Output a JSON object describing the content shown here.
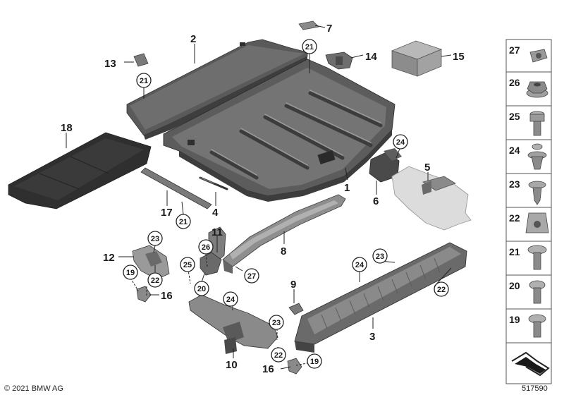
{
  "footer": {
    "copyright": "© 2021 BMW AG",
    "diagram_number": "517590"
  },
  "colors": {
    "part_dark": "#4a4a4a",
    "part_mid": "#6b6b6b",
    "part_light": "#9a9a9a",
    "part_pale": "#d8d8d8",
    "panel_border": "#555555"
  },
  "callouts": {
    "c1": "1",
    "c2": "2",
    "c3": "3",
    "c4": "4",
    "c5": "5",
    "c6": "6",
    "c7": "7",
    "c8": "8",
    "c9": "9",
    "c10": "10",
    "c11": "11",
    "c12": "12",
    "c13": "13",
    "c14": "14",
    "c15": "15",
    "c16a": "16",
    "c16b": "16",
    "c17": "17",
    "c18": "18"
  },
  "circled": {
    "k21a": "21",
    "k21b": "21",
    "k21c": "21",
    "k24a": "24",
    "k24b": "24",
    "k24c": "24",
    "k23a": "23",
    "k23b": "23",
    "k23c": "23",
    "k22a": "22",
    "k22b": "22",
    "k22c": "22",
    "k19a": "19",
    "k19b": "19",
    "k26": "26",
    "k25": "25",
    "k20": "20",
    "k27": "27"
  },
  "sidebar": {
    "items": [
      {
        "label": "27",
        "icon": "cage-nut-icon"
      },
      {
        "label": "26",
        "icon": "flange-nut-icon"
      },
      {
        "label": "25",
        "icon": "fillister-screw-icon"
      },
      {
        "label": "24",
        "icon": "expanding-rivet-icon"
      },
      {
        "label": "23",
        "icon": "tapping-screw-icon"
      },
      {
        "label": "22",
        "icon": "sheet-nut-icon"
      },
      {
        "label": "21",
        "icon": "pan-head-screw-icon"
      },
      {
        "label": "20",
        "icon": "hex-socket-screw-icon"
      },
      {
        "label": "19",
        "icon": "hex-bolt-icon"
      }
    ],
    "last_icon": "parts-list-icon"
  }
}
